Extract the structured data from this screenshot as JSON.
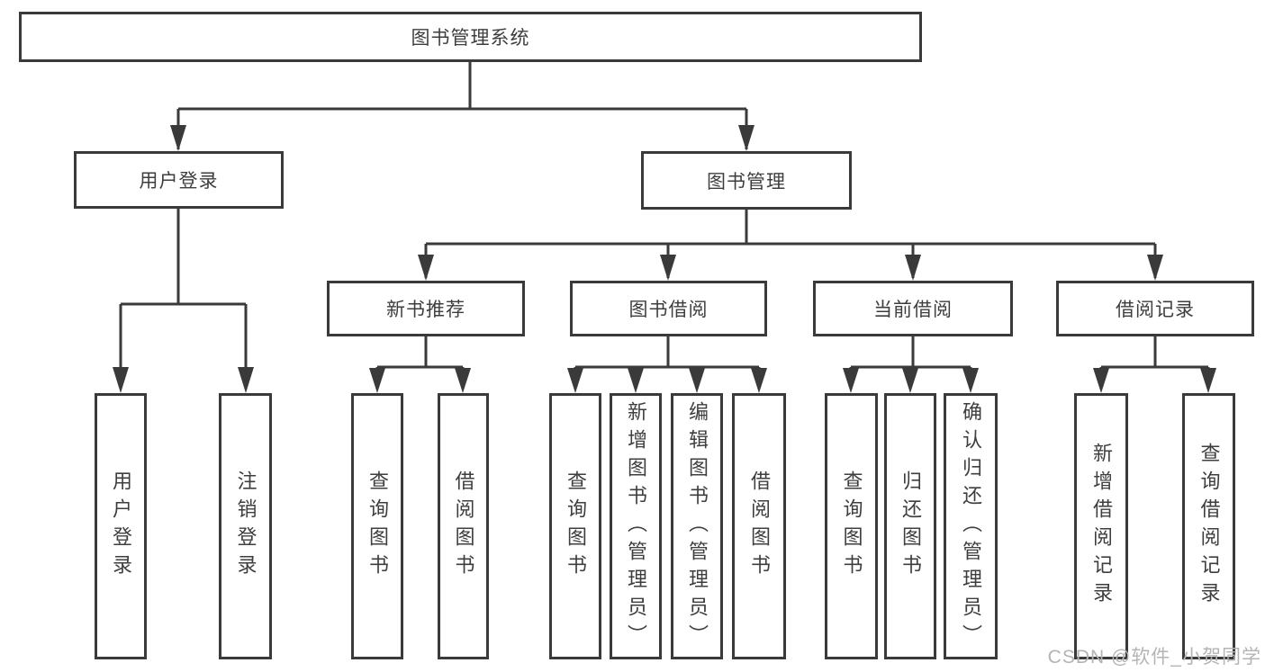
{
  "diagram": {
    "type": "hierarchy",
    "root": "图书管理系统",
    "branches": [
      {
        "label": "用户登录",
        "children": [
          "用户登录",
          "注销登录"
        ]
      },
      {
        "label": "图书管理",
        "children": [
          {
            "label": "新书推荐",
            "children": [
              "查询图书",
              "借阅图书"
            ]
          },
          {
            "label": "图书借阅",
            "children": [
              "查询图书",
              "新增图书（管理员）",
              "编辑图书（管理员）",
              "借阅图书"
            ]
          },
          {
            "label": "当前借阅",
            "children": [
              "查询图书",
              "归还图书",
              "确认归还（管理员）"
            ]
          },
          {
            "label": "借阅记录",
            "children": [
              "新增借阅记录",
              "查询借阅记录"
            ]
          }
        ]
      }
    ]
  },
  "watermark": "CSDN @软件_小贺同学",
  "colors": {
    "line": "#3a3a3a",
    "text": "#3e3e3e",
    "watermark": "#b4b4b4",
    "background": "#ffffff"
  }
}
